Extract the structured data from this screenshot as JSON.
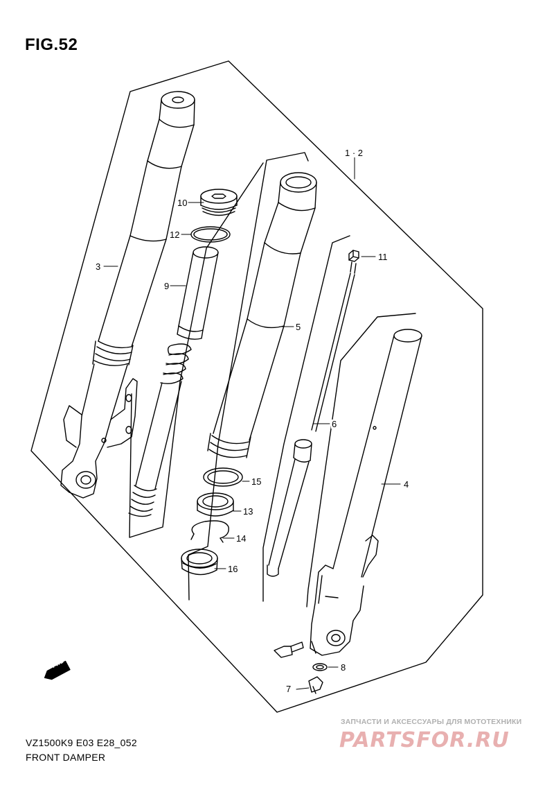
{
  "figure": {
    "number": "FIG.52"
  },
  "callouts": [
    {
      "num": "1 · 2"
    },
    {
      "num": "3"
    },
    {
      "num": "4"
    },
    {
      "num": "5"
    },
    {
      "num": "6"
    },
    {
      "num": "7"
    },
    {
      "num": "8"
    },
    {
      "num": "9"
    },
    {
      "num": "10"
    },
    {
      "num": "11"
    },
    {
      "num": "12"
    },
    {
      "num": "13"
    },
    {
      "num": "14"
    },
    {
      "num": "15"
    },
    {
      "num": "16"
    }
  ],
  "direction_badge": "FWD",
  "footer": {
    "model_code": "VZ1500K9 E03 E28_052",
    "title": "FRONT DAMPER"
  },
  "watermark": {
    "line1": "ЗАПЧАСТИ И АКСЕССУАРЫ ДЛЯ МОТОТЕХНИКИ",
    "line2": "PARTSFOR.RU"
  },
  "colors": {
    "line": "#000000",
    "background": "#ffffff",
    "watermark_brand": "#e8b0b0"
  }
}
